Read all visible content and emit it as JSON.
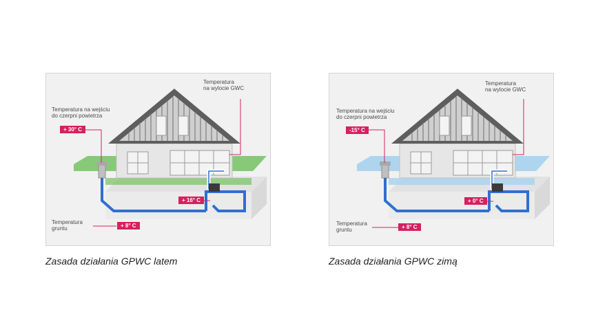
{
  "summer": {
    "label_inlet": "Temperatura na wejściu do czerpni powietrza",
    "label_inlet_line1": "Temperatura na wejściu",
    "label_inlet_line2": "do czerpni powietrza",
    "label_outlet_line1": "Temperatura",
    "label_outlet_line2": "na wylocie GWC",
    "label_ground_line1": "Temperatura",
    "label_ground_line2": "gruntu",
    "inlet_temp": "+ 30° C",
    "outlet_temp": "+ 16° C",
    "ground_temp": "+ 8° C",
    "caption": "Zasada działania GPWC latem",
    "air_color": "#7cc46a"
  },
  "winter": {
    "label_inlet_line1": "Temperatura na wejściu",
    "label_inlet_line2": "do czerpni powietrza",
    "label_outlet_line1": "Temperatura",
    "label_outlet_line2": "na wylocie  GWC",
    "label_ground_line1": "Temperatura",
    "label_ground_line2": "gruntu",
    "inlet_temp": "-15° C",
    "outlet_temp": "+ 0° C",
    "ground_temp": "+ 8° C",
    "caption": "Zasada działania GPWC zimą",
    "air_color": "#a9d3ee"
  },
  "colors": {
    "accent": "#d6205f",
    "pipe": "#2f6fd0",
    "roof": "#5e5e5e"
  }
}
